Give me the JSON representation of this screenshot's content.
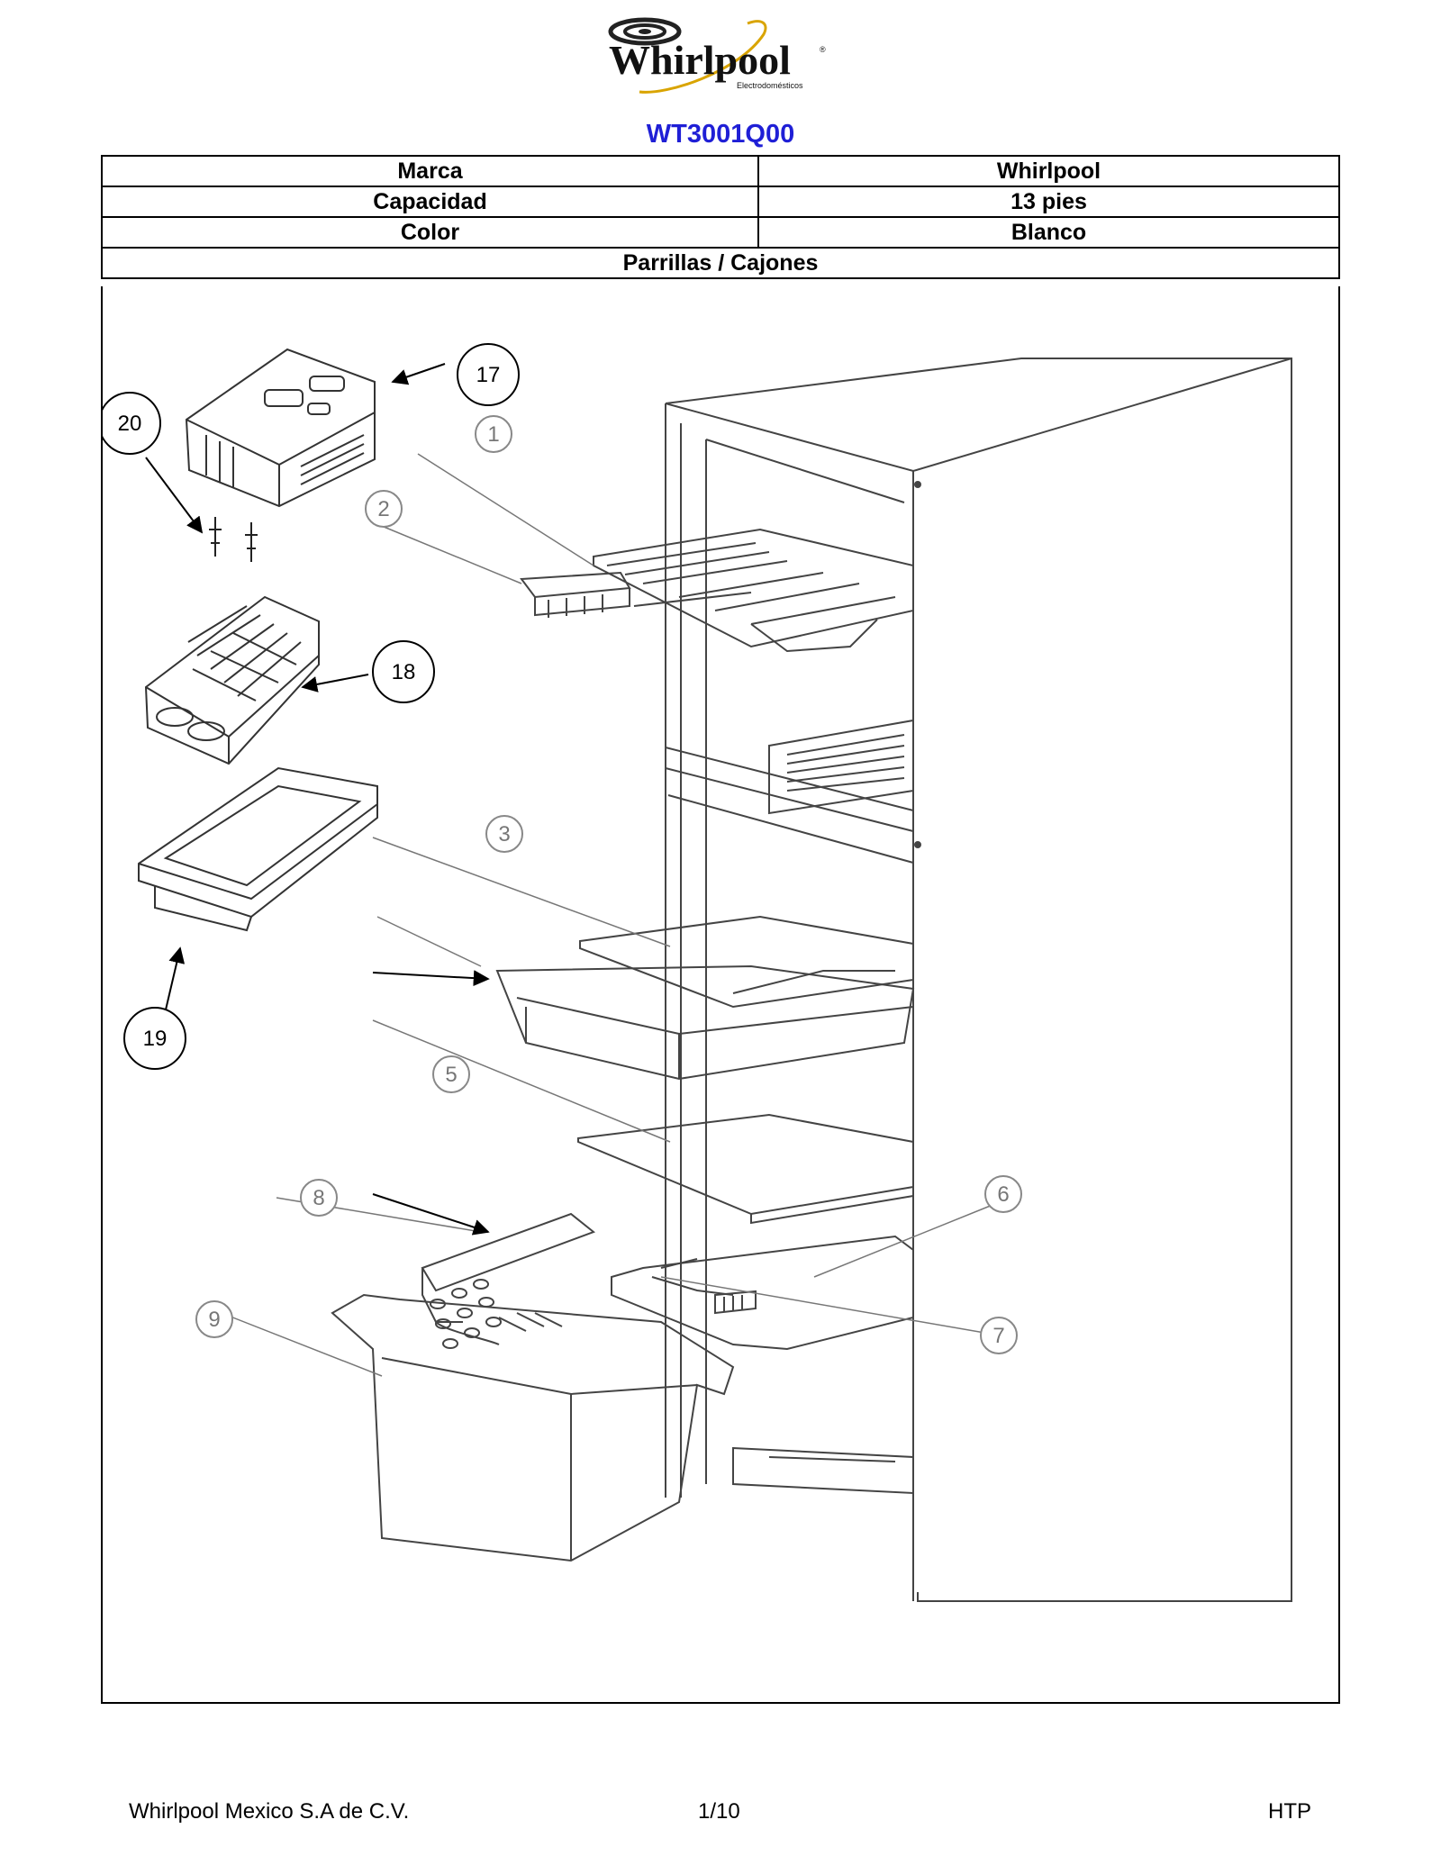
{
  "brand": {
    "logo_text": "Whirlpool",
    "logo_subtext": "Electrodomésticos"
  },
  "model": "WT3001Q00",
  "specs": [
    {
      "label": "Marca",
      "value": "Whirlpool"
    },
    {
      "label": "Capacidad",
      "value": "13 pies"
    },
    {
      "label": "Color",
      "value": "Blanco"
    }
  ],
  "section_title": "Parrillas / Cajones",
  "callouts": [
    "1",
    "2",
    "3",
    "5",
    "6",
    "7",
    "8",
    "9",
    "17",
    "18",
    "19",
    "20"
  ],
  "footer": {
    "company": "Whirlpool Mexico S.A de C.V.",
    "page": "1/10",
    "code": "HTP"
  }
}
